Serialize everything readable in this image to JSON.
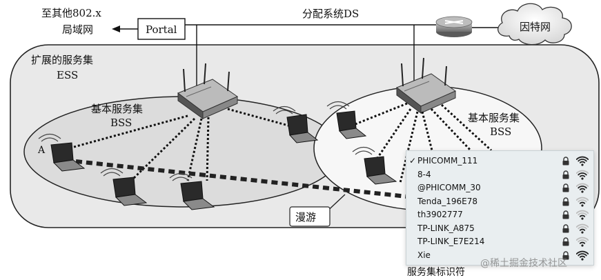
{
  "labels": {
    "other_lan_line1": "至其他802.x",
    "other_lan_line2": "局域网",
    "portal": "Portal",
    "ds": "分配系统DS",
    "internet": "因特网",
    "ess_line1": "扩展的服务集",
    "ess_line2": "ESS",
    "bss_left_line1": "基本服务集",
    "bss_left_line2": "BSS",
    "bss_right_line1": "基本服务集",
    "bss_right_line2": "BSS",
    "station_a": "A",
    "roaming": "漫游",
    "caption": "服务集标识符",
    "watermark": "@稀土掘金技术社区"
  },
  "wifi_list": [
    {
      "name": "PHICOMM_111",
      "connected": true,
      "locked": true,
      "signal": 4
    },
    {
      "name": "8-4",
      "connected": false,
      "locked": true,
      "signal": 3
    },
    {
      "name": "@PHICOMM_30",
      "connected": false,
      "locked": true,
      "signal": 3
    },
    {
      "name": "Tenda_196E78",
      "connected": false,
      "locked": true,
      "signal": 2
    },
    {
      "name": "th3902777",
      "connected": false,
      "locked": true,
      "signal": 2
    },
    {
      "name": "TP-LINK_A875",
      "connected": false,
      "locked": true,
      "signal": 2
    },
    {
      "name": "TP-LINK_E7E214",
      "connected": false,
      "locked": true,
      "signal": 2
    },
    {
      "name": "Xie",
      "connected": false,
      "locked": true,
      "signal": 4
    }
  ],
  "check_symbol": "✓"
}
